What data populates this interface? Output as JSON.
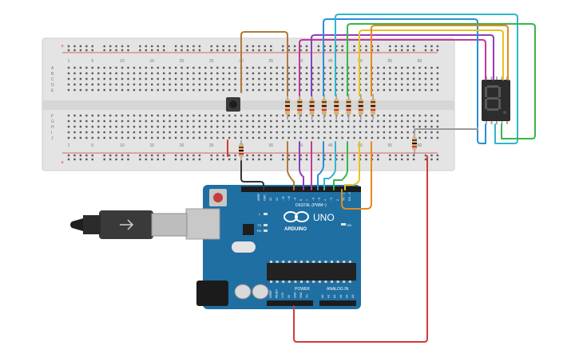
{
  "breadboard": {
    "column_numbers": [
      "1",
      "5",
      "10",
      "15",
      "20",
      "25",
      "30",
      "35",
      "40",
      "45",
      "50",
      "55",
      "60"
    ],
    "row_letters_top": [
      "A",
      "B",
      "C",
      "D",
      "E"
    ],
    "row_letters_bottom": [
      "F",
      "G",
      "H",
      "I",
      "J"
    ],
    "rail_plus": "+",
    "rail_minus": "-"
  },
  "arduino": {
    "brand": "ARDUINO",
    "model": "UNO",
    "digital_label": "DIGITAL (PWM~)",
    "power_label": "POWER",
    "analog_label": "ANALOG IN",
    "on_label": "ON",
    "tx_label": "TX",
    "rx_label": "RX",
    "l_label": "L",
    "digital_pins": [
      "AREF",
      "GND",
      "13",
      "12",
      "~11",
      "~10",
      "~9",
      "8",
      "7",
      "~6",
      "~5",
      "4",
      "~3",
      "2",
      "TX→1",
      "RX←0"
    ],
    "power_pins": [
      "IOREF",
      "RESET",
      "3.3V",
      "5V",
      "GND",
      "GND",
      "Vin"
    ],
    "analog_pins": [
      "A0",
      "A1",
      "A2",
      "A3",
      "A4",
      "A5"
    ]
  },
  "display": {
    "digit": "8"
  },
  "colors": {
    "board_blue": "#1f6fa3",
    "breadboard": "#e6e6e6",
    "wire_brown": "#b07a3c",
    "wire_purple": "#8e3fb8",
    "wire_magenta": "#c2389b",
    "wire_blue": "#2a8fd6",
    "wire_cyan": "#31b7c9",
    "wire_green": "#3ab54a",
    "wire_yellow": "#e8c21c",
    "wire_orange": "#e38a1e",
    "wire_red": "#d13b3b",
    "wire_black": "#333333",
    "wire_gray": "#9a9a9a"
  }
}
